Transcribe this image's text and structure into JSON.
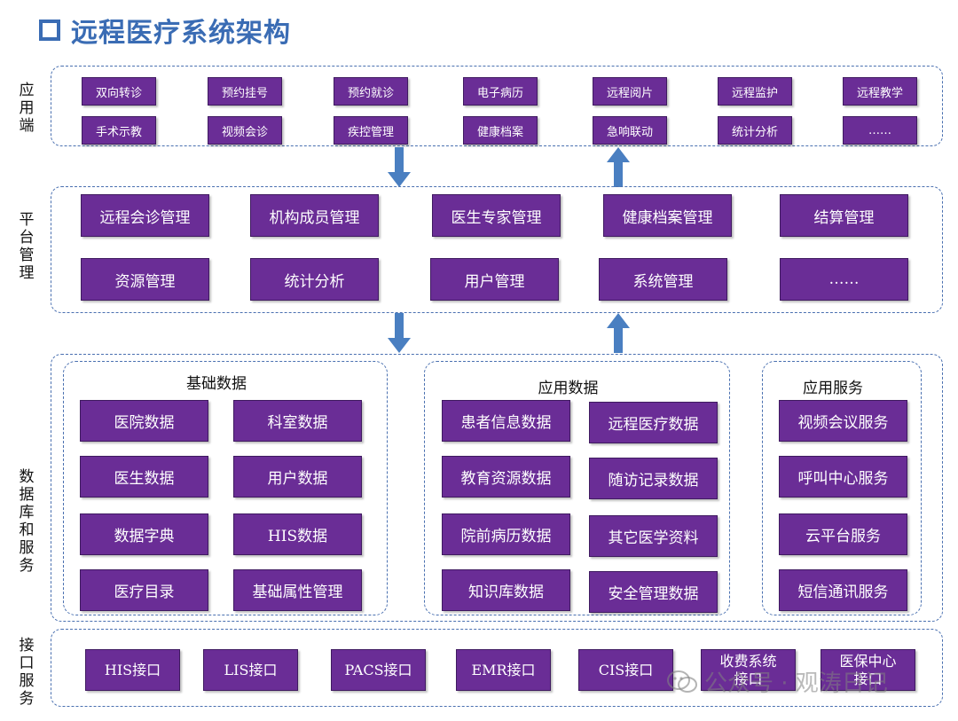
{
  "title": "远程医疗系统架构",
  "layers": {
    "app": {
      "label": "应用端",
      "row1": [
        "双向转诊",
        "预约挂号",
        "预约就诊",
        "电子病历",
        "远程阅片",
        "远程监护",
        "远程教学"
      ],
      "row2": [
        "手术示教",
        "视频会诊",
        "疾控管理",
        "健康档案",
        "急响联动",
        "统计分析",
        "……"
      ]
    },
    "platform": {
      "label": "平台管理",
      "row1": [
        "远程会诊管理",
        "机构成员管理",
        "医生专家管理",
        "健康档案管理",
        "结算管理"
      ],
      "row2": [
        "资源管理",
        "统计分析",
        "用户管理",
        "系统管理",
        "……"
      ]
    },
    "data": {
      "label": "数据库和服务",
      "basic": {
        "title": "基础数据",
        "items": [
          "医院数据",
          "科室数据",
          "医生数据",
          "用户数据",
          "数据字典",
          "HIS数据",
          "医疗目录",
          "基础属性管理"
        ]
      },
      "appdata": {
        "title": "应用数据",
        "items": [
          "患者信息数据",
          "远程医疗数据",
          "教育资源数据",
          "随访记录数据",
          "院前病历数据",
          "其它医学资料",
          "知识库数据",
          "安全管理数据"
        ]
      },
      "services": {
        "title": "应用服务",
        "items": [
          "视频会议服务",
          "呼叫中心服务",
          "云平台服务",
          "短信通讯服务"
        ]
      }
    },
    "interface": {
      "label": "接口服务",
      "items": [
        "HIS接口",
        "LIS接口",
        "PACS接口",
        "EMR接口",
        "CIS接口",
        "收费系统接口",
        "医保中心接口"
      ]
    }
  },
  "watermark": "公众号 · 观涛日记",
  "colors": {
    "box": "#6a2d96",
    "arrow": "#4a7fc1",
    "dash": "#4a70b0",
    "title": "#3a6cb4"
  }
}
